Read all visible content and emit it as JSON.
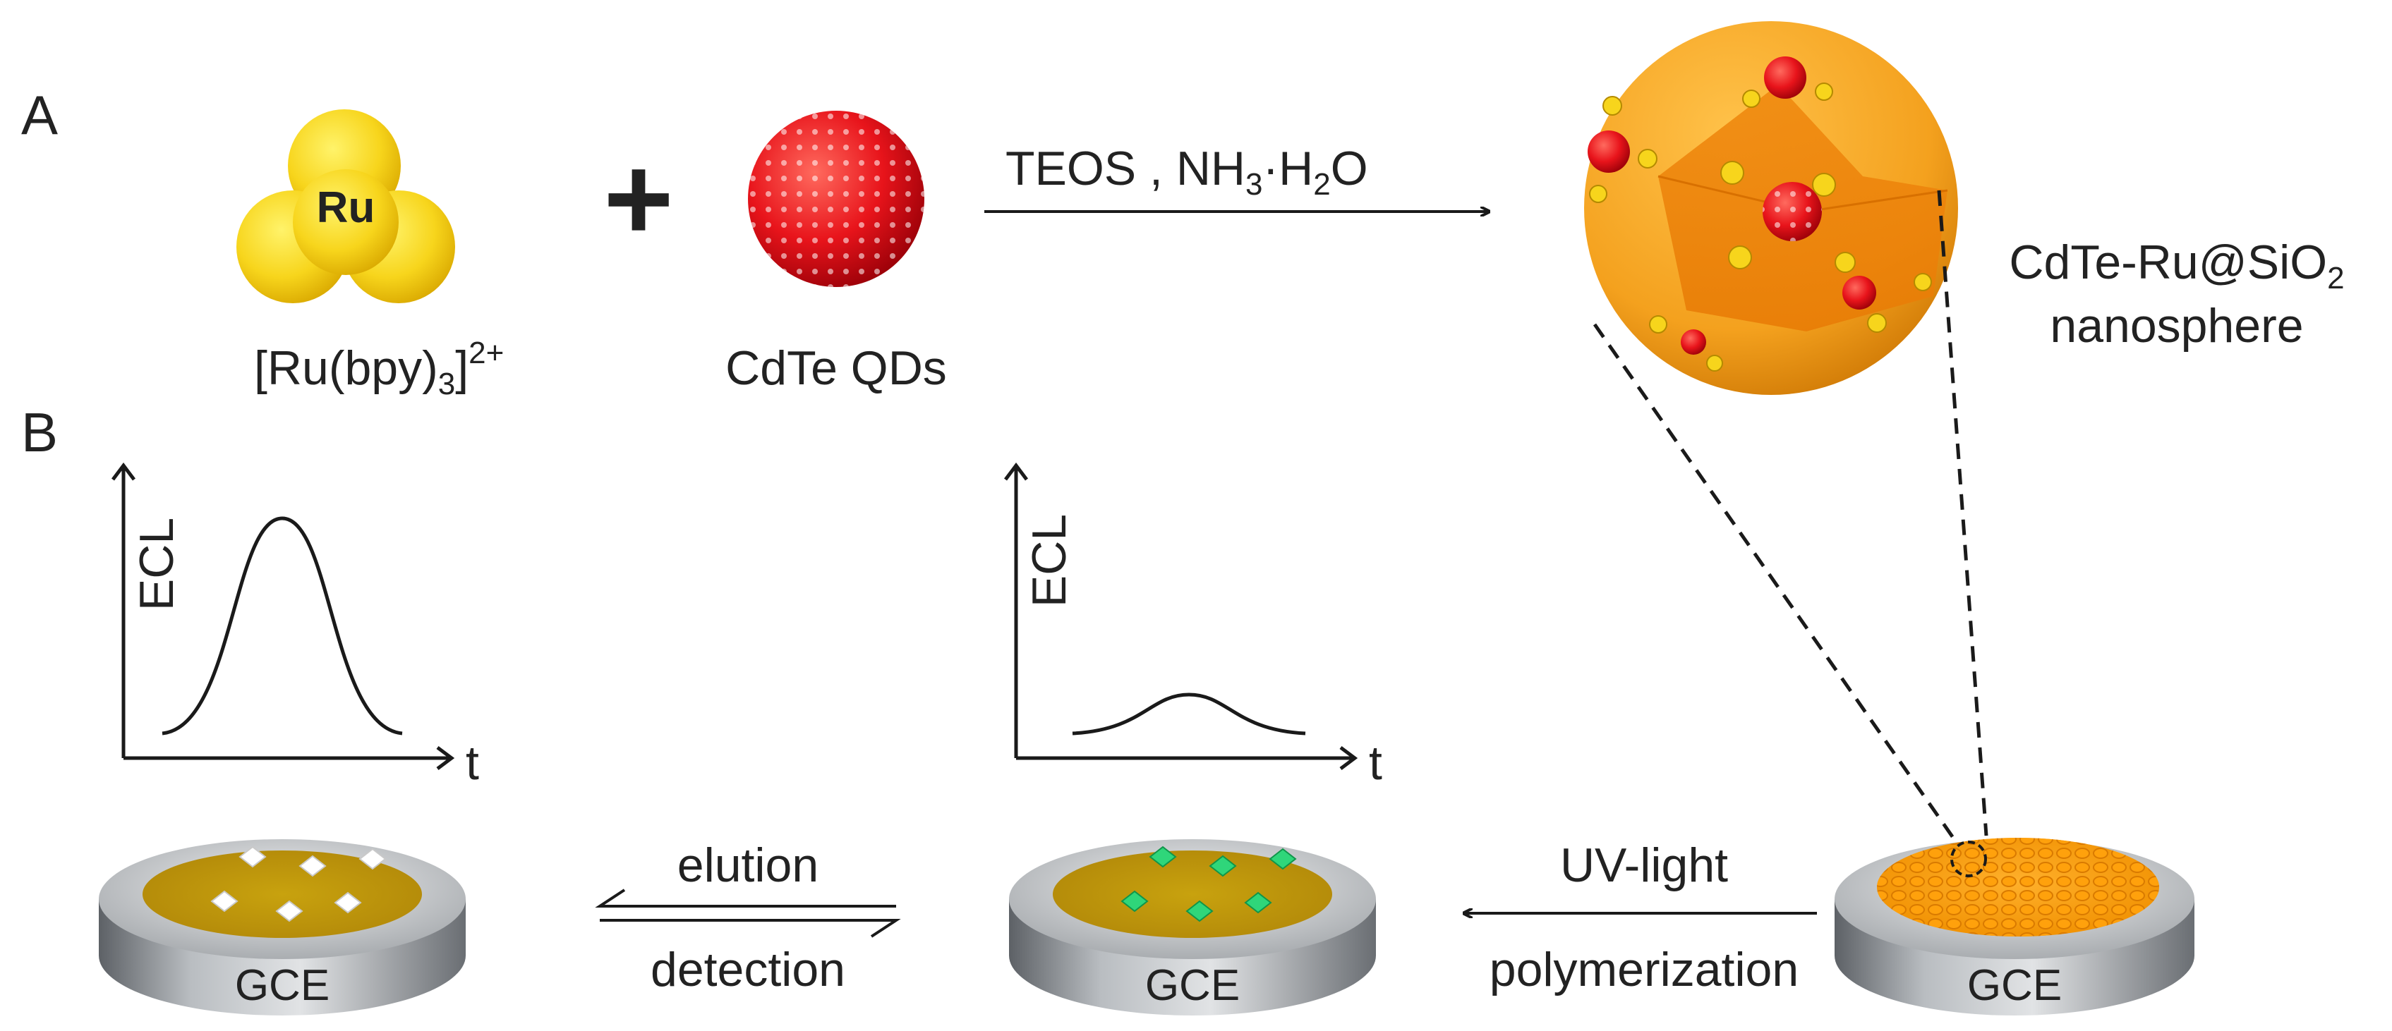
{
  "panels": {
    "a": "A",
    "b": "B"
  },
  "ru_label": "Ru",
  "ru_complex": {
    "main": "[Ru(bpy)",
    "sub": "3",
    "close": "]",
    "sup": "2+"
  },
  "plus_sign": "+",
  "qd_label": "CdTe QDs",
  "reagents": {
    "p1": "TEOS , NH",
    "s1": "3",
    "p2": "·H",
    "s2": "2",
    "p3": "O"
  },
  "nanosphere": {
    "line1_main": "CdTe-Ru@SiO",
    "line1_sub": "2",
    "line2": "nanosphere"
  },
  "plot_left": {
    "ylabel": "ECL",
    "xlabel": "t"
  },
  "plot_mid": {
    "ylabel": "ECL",
    "xlabel": "t"
  },
  "electrode_label": "GCE",
  "step_elution": "elution",
  "step_detection": "detection",
  "step_uv": "UV-light",
  "step_polymerization": "polymerization",
  "colors": {
    "ru_yellow": "#f7d51c",
    "cdte_red": "#e8141b",
    "sphere_orange": "#f4a11e",
    "electrode_gray": "#9a9ea3",
    "template_green": "#2fd67a"
  }
}
